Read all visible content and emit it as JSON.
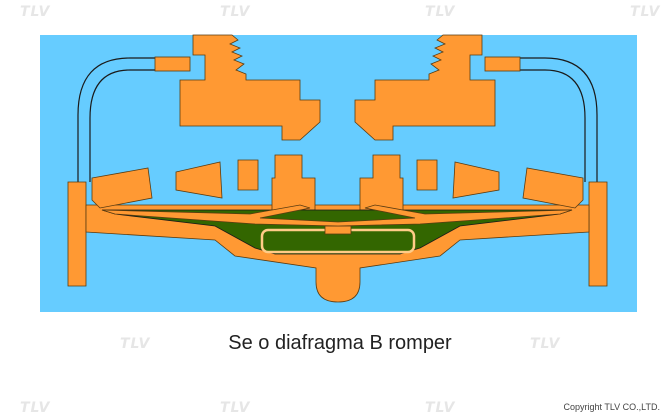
{
  "caption": "Se o diafragma B romper",
  "copyright": "Copyright TLV CO.,LTD.",
  "watermark_logo": "TLV",
  "colors": {
    "background": "#66ccff",
    "metal": "#ff9933",
    "outline": "#5a3b10",
    "diaphragm": "#336600",
    "line": "#1a1a1a"
  }
}
